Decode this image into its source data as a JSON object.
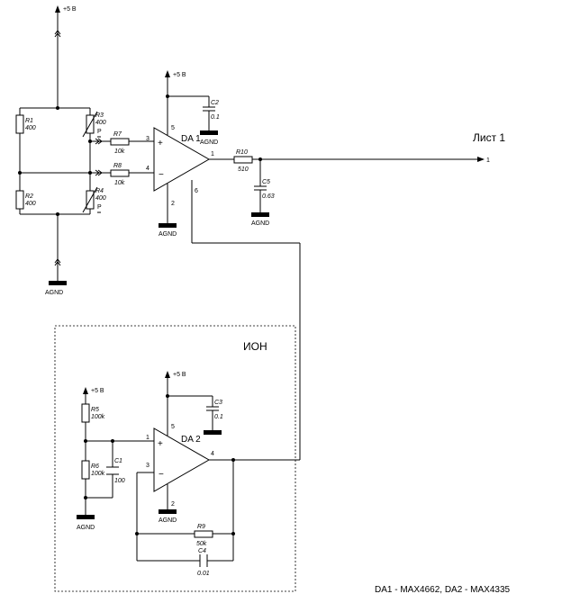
{
  "supply": {
    "vcc": "+5 В",
    "gnd": "AGND"
  },
  "sheet_label": "Лист 1",
  "output_pin": "1",
  "ion_label": "ИОН",
  "footnote": "DA1 - MAX4662, DA2 - MAX4335",
  "opamps": {
    "da1": {
      "name": "DA 1",
      "plus": "+",
      "minus": "−",
      "pin_inp": "3",
      "pin_inn": "4",
      "pin_out": "1",
      "pin_v": "5",
      "pin_g": "2",
      "pin_ext": "6"
    },
    "da2": {
      "name": "DA 2",
      "plus": "+",
      "minus": "−",
      "pin_inp": "1",
      "pin_inn": "3",
      "pin_out": "4",
      "pin_v": "5",
      "pin_g": "2"
    }
  },
  "components": {
    "r1": {
      "name": "R1",
      "value": "400"
    },
    "r2": {
      "name": "R2",
      "value": "400"
    },
    "r3": {
      "name": "R3",
      "value": "400",
      "tag": "P"
    },
    "r4": {
      "name": "R4",
      "value": "400",
      "tag": "P"
    },
    "r5": {
      "name": "R5",
      "value": "100k"
    },
    "r6": {
      "name": "R6",
      "value": "100k"
    },
    "r7": {
      "name": "R7",
      "value": "10k"
    },
    "r8": {
      "name": "R8",
      "value": "10k"
    },
    "r9": {
      "name": "R9",
      "value": "50k"
    },
    "r10": {
      "name": "R10",
      "value": "510"
    },
    "c1": {
      "name": "C1",
      "value": "100"
    },
    "c2": {
      "name": "C2",
      "value": "0.1"
    },
    "c3": {
      "name": "C3",
      "value": "0.1"
    },
    "c4": {
      "name": "C4",
      "value": "0.01"
    },
    "c5": {
      "name": "C5",
      "value": "0.63"
    }
  }
}
